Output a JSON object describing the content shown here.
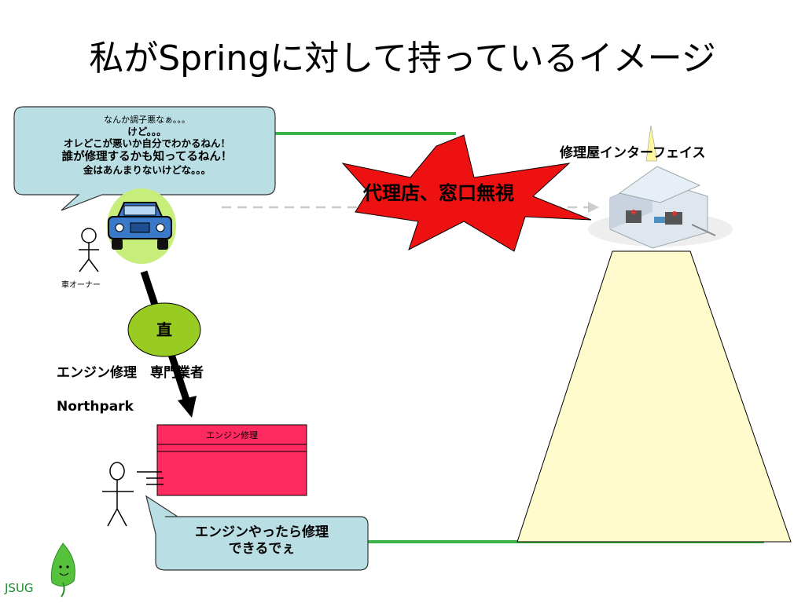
{
  "title": "私がSpringに対して持っているイメージ",
  "car_owner": {
    "label": "車オーナー",
    "speech": {
      "line1": "なんか調子悪なぁ。。。",
      "line2": "けど。。。",
      "line3": "オレどこが悪いか自分でわかるねん！",
      "line4": "誰が修理するかも知ってるねん！",
      "line5": "金はあんまりないけどな。。。"
    }
  },
  "direct_label": "直",
  "specialist": {
    "label": "エンジン修理　専門業者",
    "name": "Northpark",
    "class_name": "エンジン修理",
    "speech_line1": "エンジンやったら修理",
    "speech_line2": "できるでぇ"
  },
  "burst_text": "代理店、窓口無視",
  "repair_shop_label": "修理屋インターフェイス",
  "logo_text": "JSUG",
  "colors": {
    "bubble_fill": "#b9dfe4",
    "green_line": "#3cb44b",
    "burst_red": "#ee1111",
    "class_box": "#ff2a5f",
    "trapezoid": "#fffbcc",
    "circle_green": "#99cc22",
    "car_blue": "#3a78c8",
    "car_halo": "#c7ee7a"
  },
  "icons": [
    "car-icon",
    "stick-figure-icon",
    "repair-shop-icon",
    "leaf-logo-icon"
  ]
}
